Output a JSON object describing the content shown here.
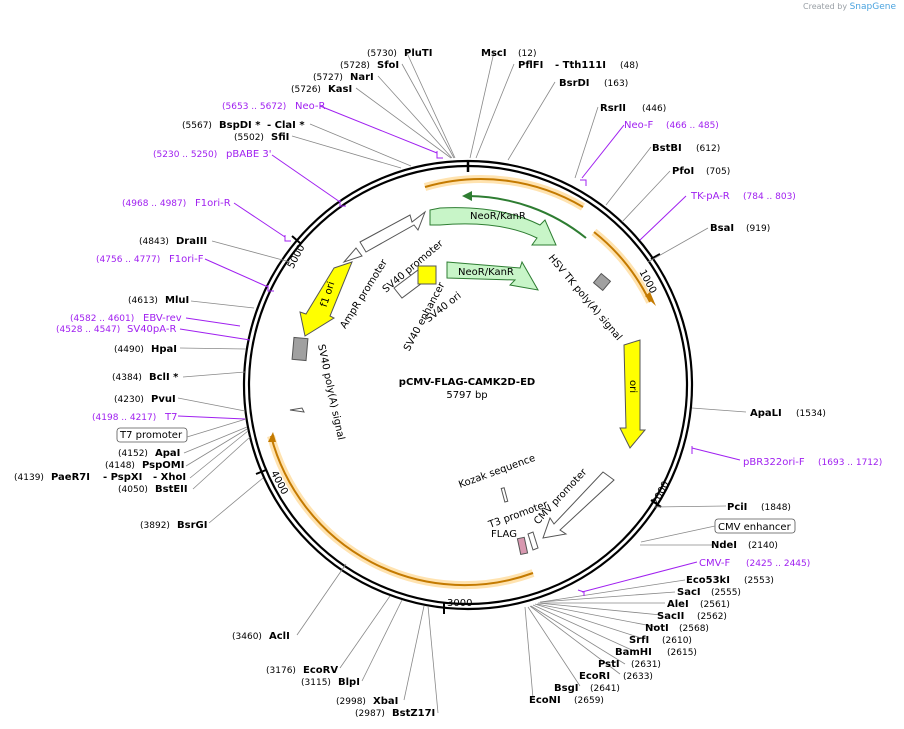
{
  "plasmid": {
    "name": "pCMV-FLAG-CAMK2D-ED",
    "length": "5797 bp"
  },
  "credit": {
    "prefix": "Created by",
    "brand": "SnapGene"
  },
  "ticks": [
    "1000",
    "2000",
    "3000",
    "4000",
    "5000"
  ],
  "features": {
    "neo_outer": "NeoR/KanR",
    "neo_inner": "NeoR/KanR",
    "hsv": "HSV TK poly(A) signal",
    "ori": "ori",
    "cmv_promoter": "CMV promoter",
    "kozak": "Kozak sequence",
    "t3": "T3 promoter",
    "flag": "FLAG",
    "sv40_polya": "SV40 poly(A) signal",
    "ampr_promoter": "AmpR promoter",
    "f1_ori": "f1 ori",
    "sv40_promoter": "SV40 promoter",
    "sv40_enhancer": "SV40 enhancer",
    "sv40_ori": "SV40 ori",
    "t7_box": "T7 promoter",
    "cmv_enh_box": "CMV enhancer"
  },
  "enzymes_top": [
    {
      "name": "PluTI",
      "pos": "(5730)"
    },
    {
      "name": "SfoI",
      "pos": "(5728)"
    },
    {
      "name": "NarI",
      "pos": "(5727)"
    },
    {
      "name": "KasI",
      "pos": "(5726)"
    },
    {
      "name": "MscI",
      "pos": "(12)"
    },
    {
      "name": "PflFI",
      "pos": "(48)",
      "alt": "- Tth111I"
    },
    {
      "name": "BsrDI",
      "pos": "(163)"
    },
    {
      "name": "RsrII",
      "pos": "(446)"
    },
    {
      "name": "BstBI",
      "pos": "(612)"
    },
    {
      "name": "PfoI",
      "pos": "(705)"
    },
    {
      "name": "BsaI",
      "pos": "(919)"
    }
  ],
  "enzymes_left": [
    {
      "name": "BspDI *",
      "pos": "(5567)",
      "alt": "- ClaI *"
    },
    {
      "name": "SfiI",
      "pos": "(5502)"
    },
    {
      "name": "DraIII",
      "pos": "(4843)"
    },
    {
      "name": "MluI",
      "pos": "(4613)"
    },
    {
      "name": "HpaI",
      "pos": "(4490)"
    },
    {
      "name": "BclI *",
      "pos": "(4384)"
    },
    {
      "name": "PvuI",
      "pos": "(4230)"
    },
    {
      "name": "ApaI",
      "pos": "(4152)"
    },
    {
      "name": "PspOMI",
      "pos": "(4148)"
    },
    {
      "name": "PaeR7I",
      "pos": "(4139)",
      "alt1": "- PspXI",
      "alt2": "- XhoI"
    },
    {
      "name": "BstEII",
      "pos": "(4050)"
    },
    {
      "name": "BsrGI",
      "pos": "(3892)"
    },
    {
      "name": "AclI",
      "pos": "(3460)"
    }
  ],
  "enzymes_bottom": [
    {
      "name": "EcoRV",
      "pos": "(3176)"
    },
    {
      "name": "BlpI",
      "pos": "(3115)"
    },
    {
      "name": "XbaI",
      "pos": "(2998)"
    },
    {
      "name": "BstZ17I",
      "pos": "(2987)"
    },
    {
      "name": "EcoNI",
      "pos": "(2659)"
    },
    {
      "name": "BsgI",
      "pos": "(2641)"
    },
    {
      "name": "EcoRI",
      "pos": "(2633)"
    },
    {
      "name": "PstI",
      "pos": "(2631)"
    },
    {
      "name": "BamHI",
      "pos": "(2615)"
    },
    {
      "name": "SrfI",
      "pos": "(2610)"
    },
    {
      "name": "NotI",
      "pos": "(2568)"
    },
    {
      "name": "SacII",
      "pos": "(2562)"
    },
    {
      "name": "AleI",
      "pos": "(2561)"
    },
    {
      "name": "SacI",
      "pos": "(2555)"
    },
    {
      "name": "Eco53kI",
      "pos": "(2553)"
    }
  ],
  "enzymes_right": [
    {
      "name": "ApaLI",
      "pos": "(1534)"
    },
    {
      "name": "PciI",
      "pos": "(1848)"
    },
    {
      "name": "NdeI",
      "pos": "(2140)"
    }
  ],
  "primers": [
    {
      "name": "Neo-R",
      "pos": "(5653 .. 5672)"
    },
    {
      "name": "pBABE 3'",
      "pos": "(5230 .. 5250)"
    },
    {
      "name": "F1ori-R",
      "pos": "(4968 .. 4987)"
    },
    {
      "name": "F1ori-F",
      "pos": "(4756 .. 4777)"
    },
    {
      "name": "EBV-rev",
      "pos": "(4582 .. 4601)"
    },
    {
      "name": "SV40pA-R",
      "pos": "(4528 .. 4547)"
    },
    {
      "name": "T7",
      "pos": "(4198 .. 4217)"
    },
    {
      "name": "Neo-F",
      "pos": "(466 .. 485)"
    },
    {
      "name": "TK-pA-R",
      "pos": "(784 .. 803)"
    },
    {
      "name": "pBR322ori-F",
      "pos": "(1693 .. 1712)"
    },
    {
      "name": "CMV-F",
      "pos": "(2425 .. 2445)"
    }
  ],
  "colors": {
    "backbone": "#000000",
    "primer": "#a020f0",
    "feature_orange": "#f5a623",
    "feature_yellow": "#ffff00",
    "feature_green": "#c8f5c8",
    "feature_gray": "#a0a0a0",
    "leader": "#888888"
  }
}
